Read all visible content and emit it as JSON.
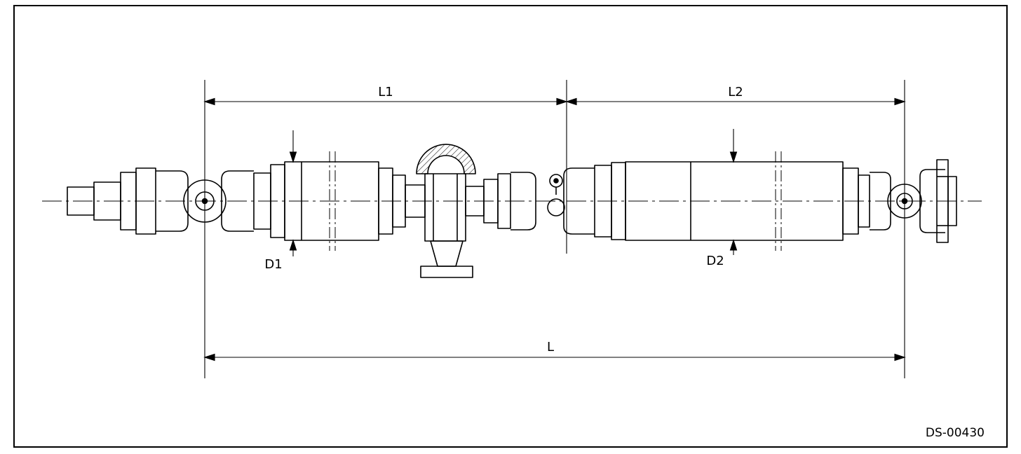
{
  "figure": {
    "figure_id": "DS-00430",
    "dimensions": {
      "l1_label": "L1",
      "l2_label": "L2",
      "l_label": "L",
      "d1_label": "D1",
      "d2_label": "D2"
    },
    "colors": {
      "line": "#000000",
      "background": "#ffffff"
    }
  }
}
